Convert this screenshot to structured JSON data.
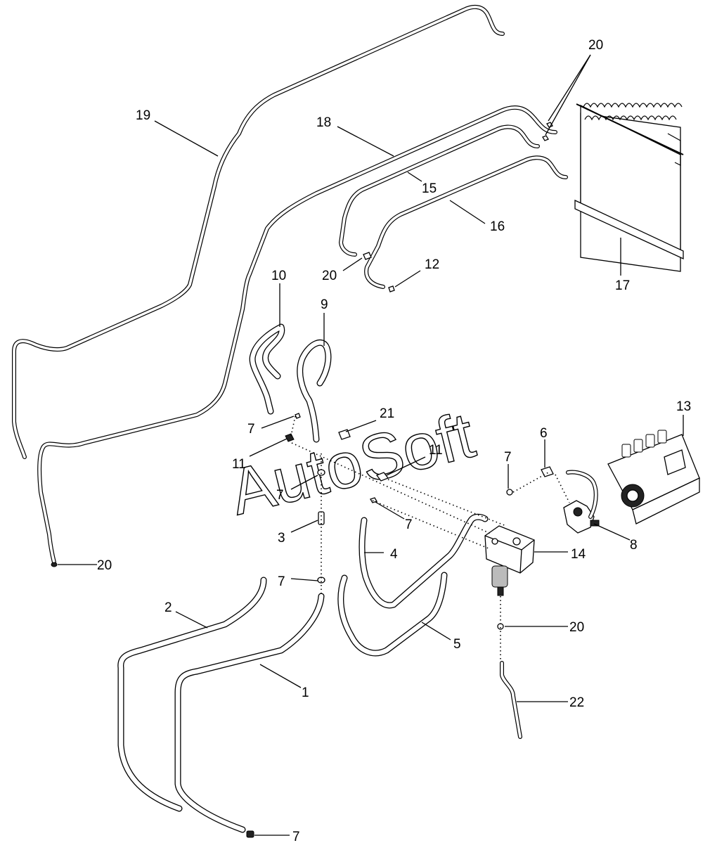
{
  "watermark": "AutoSoft",
  "callouts": [
    {
      "id": "c19",
      "label": "19"
    },
    {
      "id": "c18",
      "label": "18"
    },
    {
      "id": "c20a",
      "label": "20"
    },
    {
      "id": "c15",
      "label": "15"
    },
    {
      "id": "c16",
      "label": "16"
    },
    {
      "id": "c17",
      "label": "17"
    },
    {
      "id": "c20b",
      "label": "20"
    },
    {
      "id": "c12",
      "label": "12"
    },
    {
      "id": "c10",
      "label": "10"
    },
    {
      "id": "c9",
      "label": "9"
    },
    {
      "id": "c21",
      "label": "21"
    },
    {
      "id": "c7a",
      "label": "7"
    },
    {
      "id": "c11a",
      "label": "11"
    },
    {
      "id": "c11b",
      "label": "11"
    },
    {
      "id": "c7b",
      "label": "7"
    },
    {
      "id": "c6",
      "label": "6"
    },
    {
      "id": "c13",
      "label": "13"
    },
    {
      "id": "c7c",
      "label": "7"
    },
    {
      "id": "c7d",
      "label": "7"
    },
    {
      "id": "c3",
      "label": "3"
    },
    {
      "id": "c4",
      "label": "4"
    },
    {
      "id": "c14",
      "label": "14"
    },
    {
      "id": "c8",
      "label": "8"
    },
    {
      "id": "c20c",
      "label": "20"
    },
    {
      "id": "c7e",
      "label": "7"
    },
    {
      "id": "c2",
      "label": "2"
    },
    {
      "id": "c20d",
      "label": "20"
    },
    {
      "id": "c5",
      "label": "5"
    },
    {
      "id": "c1",
      "label": "1"
    },
    {
      "id": "c22",
      "label": "22"
    },
    {
      "id": "c7f",
      "label": "7"
    }
  ]
}
